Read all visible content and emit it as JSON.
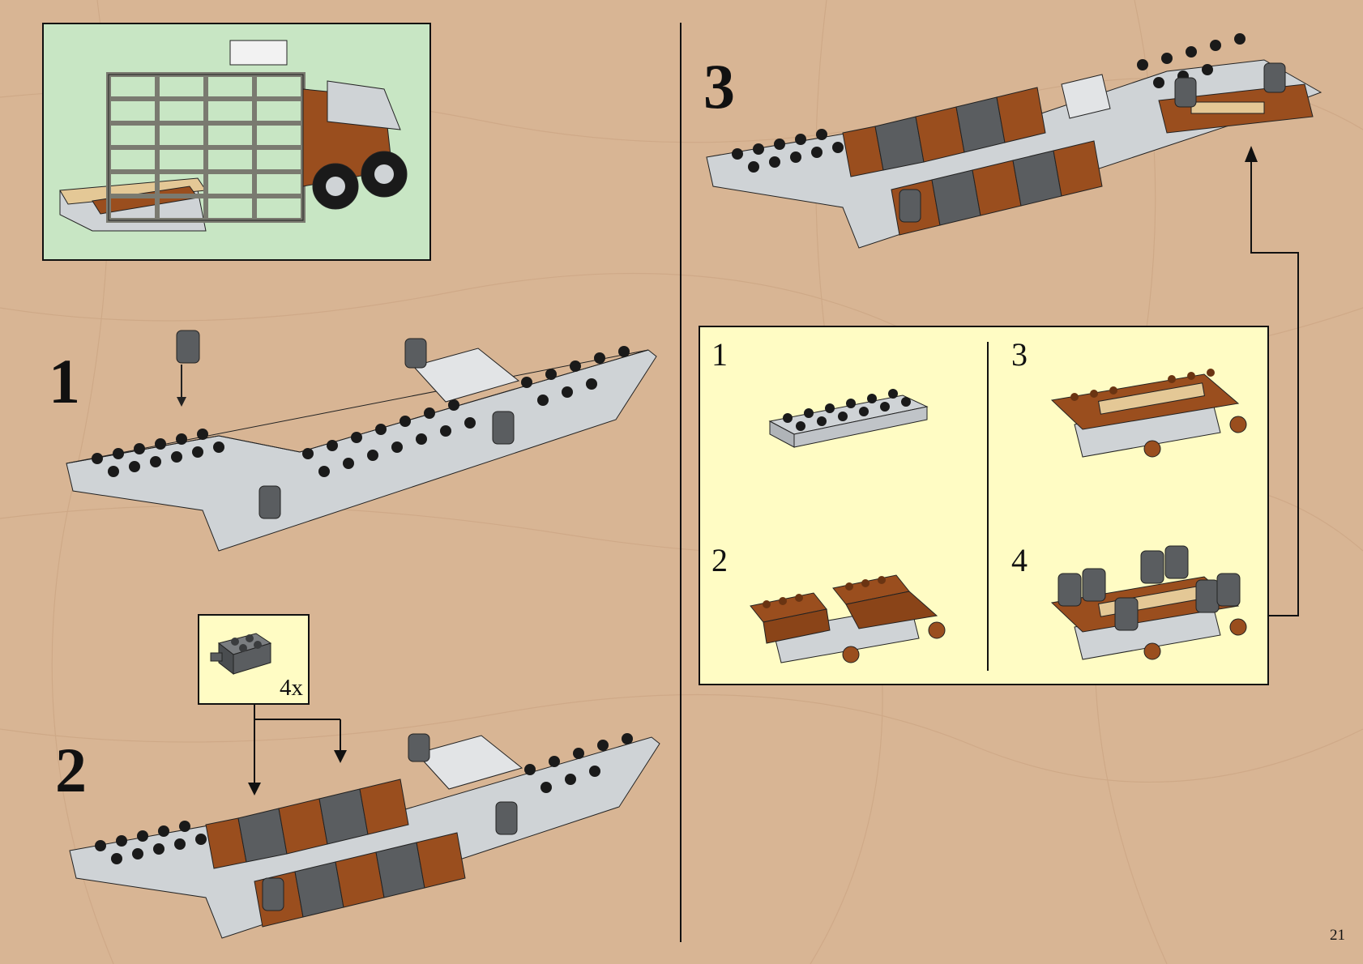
{
  "steps": {
    "step1": "1",
    "step2": "2",
    "step3": "3"
  },
  "parts_callout": {
    "quantity": "4x",
    "icon": "dark-gray-brick-with-clip-icon"
  },
  "substeps": {
    "s1": "1",
    "s2": "2",
    "s3": "3",
    "s4": "4"
  },
  "page_number": "21",
  "colors": {
    "background": "#d8b594",
    "preview_background": "#c8e6c4",
    "callout_background": "#fffcc4",
    "light_gray": "#cfd3d6",
    "dark_gray": "#5a5d60",
    "black": "#1a1a1a",
    "brown": "#9a4e1e",
    "tan": "#e4c896"
  }
}
